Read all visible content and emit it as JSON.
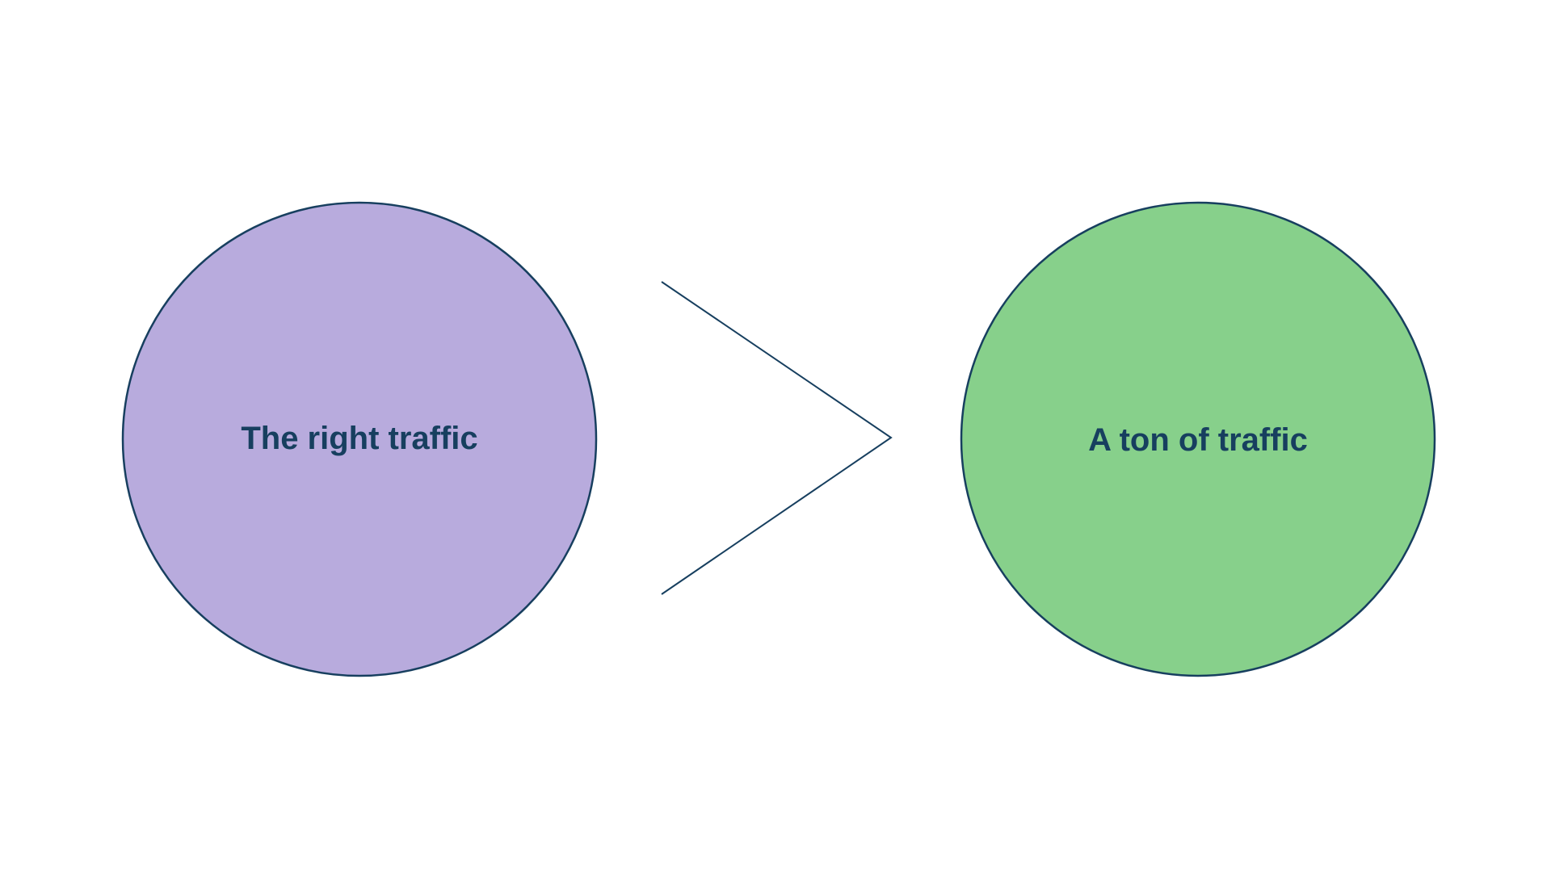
{
  "diagram": {
    "left_circle": {
      "label": "The right traffic",
      "fill": "#b8abdd"
    },
    "right_circle": {
      "label": "A ton of traffic",
      "fill": "#87d08b"
    },
    "comparison": {
      "symbol": "greater-than"
    },
    "colors": {
      "stroke": "#173f5f",
      "text": "#173f5f",
      "background": "#ffffff"
    }
  }
}
